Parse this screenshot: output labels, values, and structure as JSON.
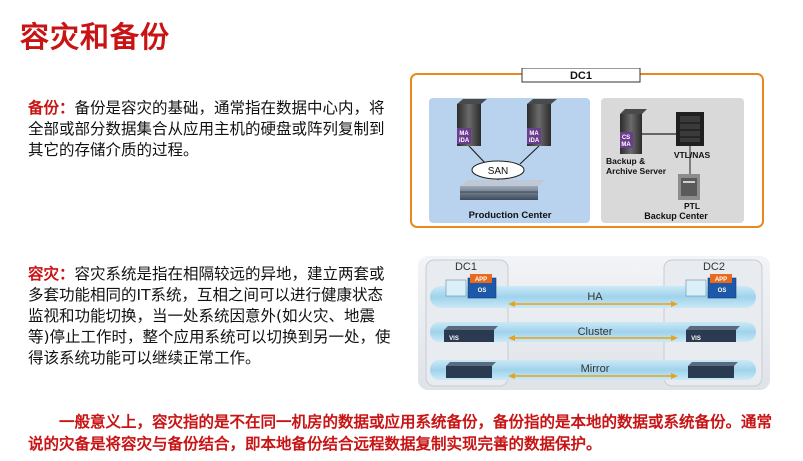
{
  "title": "容灾和备份",
  "backup": {
    "lead": "备份：",
    "text": "备份是容灾的基础，通常指在数据中心内，将全部或部分数据集合从应用主机的硬盘或阵列复制到其它的存储介质的过程。"
  },
  "dr": {
    "lead": "容灾：",
    "text": "容灾系统是指在相隔较远的异地，建立两套或多套功能相同的IT系统，互相之间可以进行健康状态监视和功能切换，当一处系统因意外(如火灾、地震等)停止工作时，整个应用系统可以切换到另一处，使得该系统功能可以继续正常工作。"
  },
  "footer": "一般意义上，容灾指的是不在同一机房的数据或应用系统备份，备份指的是本地的数据或系统备份。通常说的灾备是将容灾与备份结合，即本地备份结合远程数据复制实现完善的数据保护。",
  "diagram1": {
    "dc_label": "DC1",
    "production_center": "Production Center",
    "server_label_top": "MA",
    "server_label_bottom": "iDA",
    "san_label": "SAN",
    "backup_archive_line1": "Backup &",
    "backup_archive_line2": "Archive Server",
    "cs_label_top": "CS",
    "cs_label_bottom": "MA",
    "vtl_label": "VTL/NAS",
    "ptl_label": "PTL",
    "backup_center": "Backup Center",
    "colors": {
      "frame": "#e8891e",
      "production_bg": "#b9d3ee",
      "backup_bg": "#d9d9d9",
      "server_purple": "#6a3d8e"
    }
  },
  "diagram2": {
    "dc_left": "DC1",
    "dc_right": "DC2",
    "app_label": "APP",
    "os_label": "OS",
    "vis_label": "VIS",
    "links": [
      "HA",
      "Cluster",
      "Mirror"
    ],
    "colors": {
      "band": "#9fd3ec",
      "arrow": "#e8a21e"
    }
  }
}
